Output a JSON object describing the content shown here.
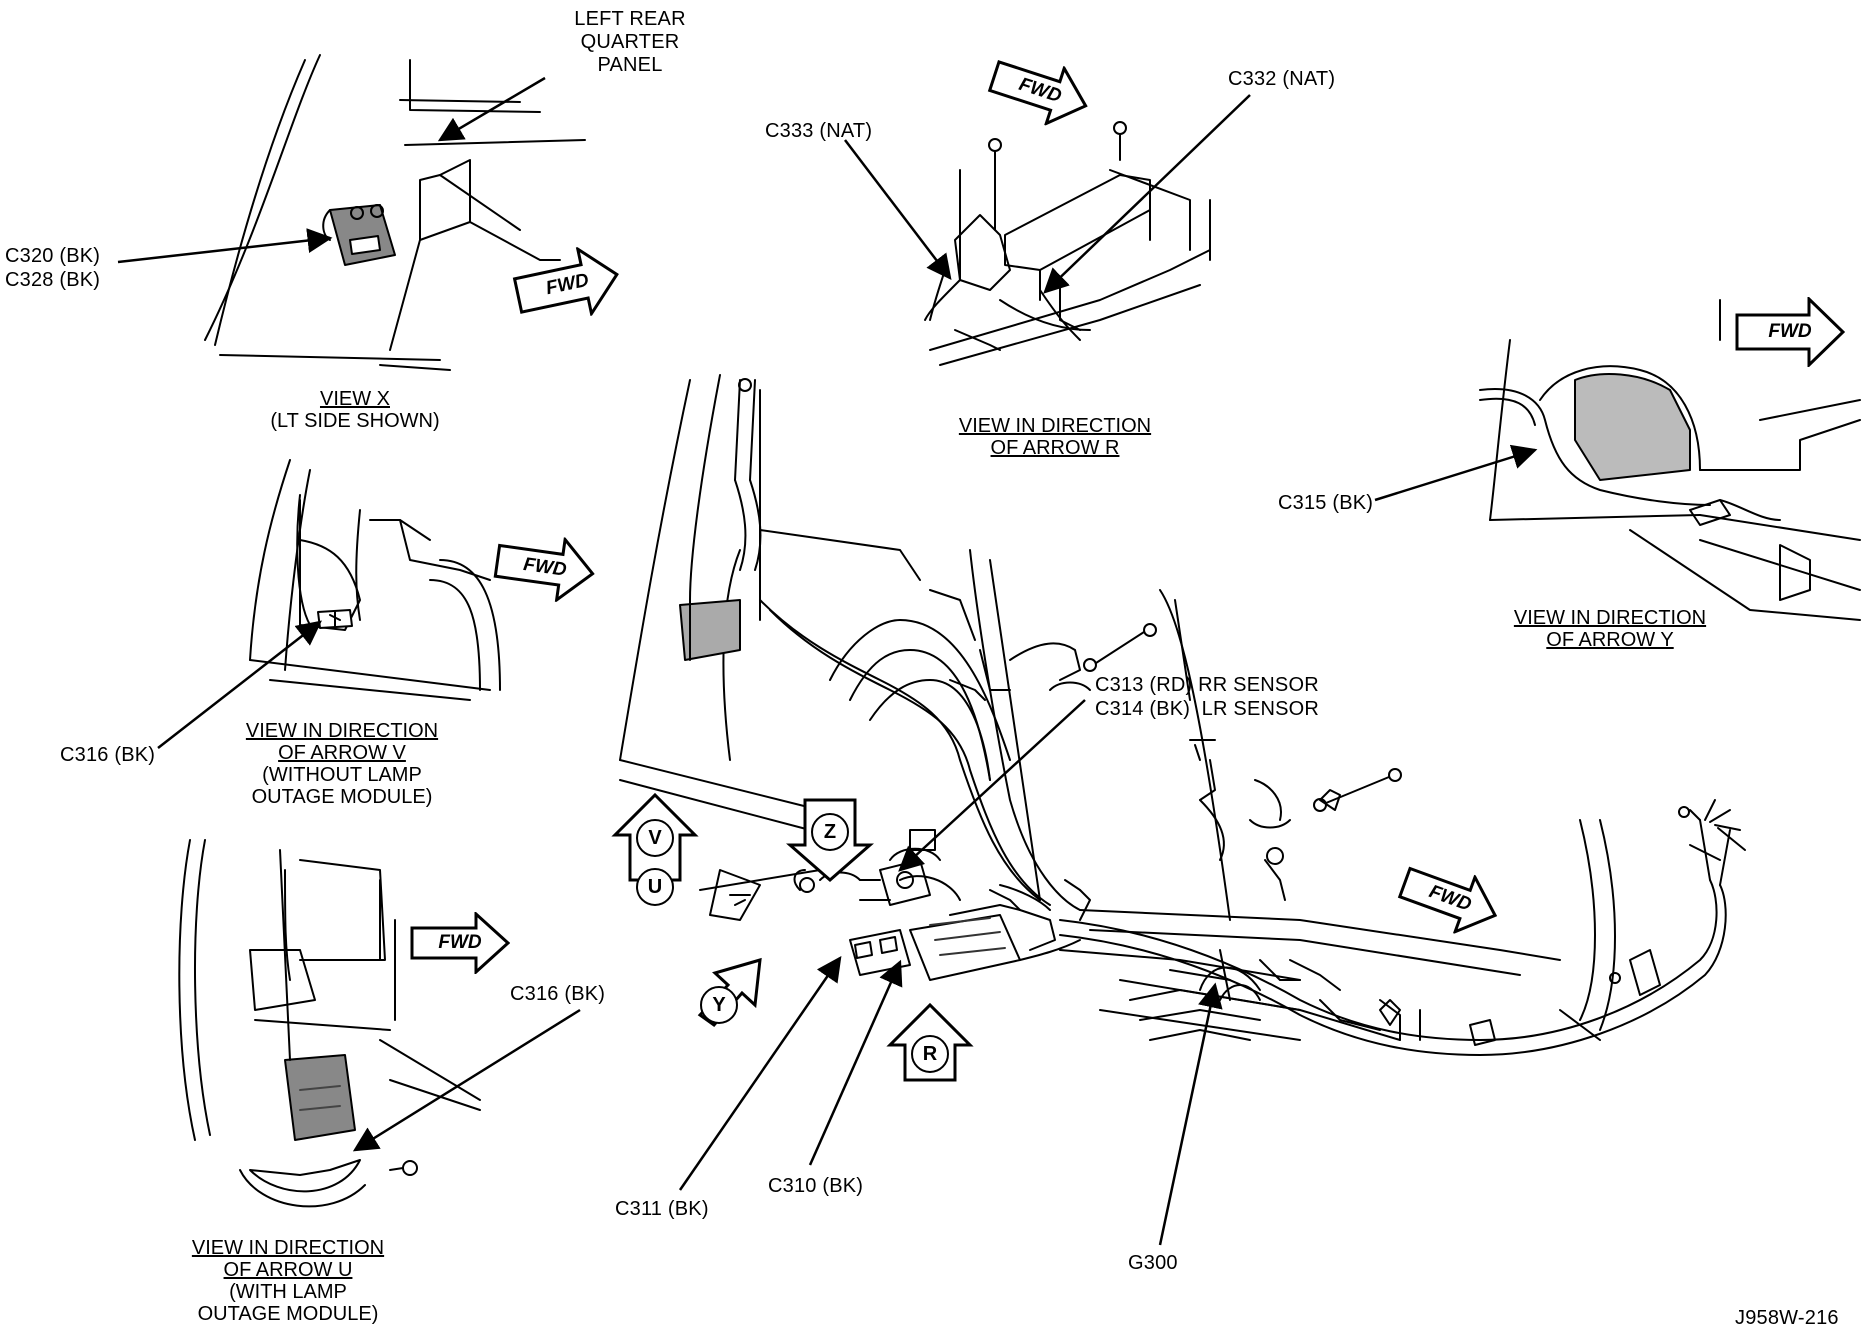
{
  "labels": {
    "left_rear_quarter_panel": [
      "LEFT REAR",
      "QUARTER",
      "PANEL"
    ],
    "c320": "C320 (BK)",
    "c328": "C328 (BK)",
    "c333": "C333 (NAT)",
    "c332": "C332 (NAT)",
    "c315": "C315 (BK)",
    "c316_v": "C316 (BK)",
    "c316_u": "C316 (BK)",
    "c313": "C313 (RD) RR SENSOR",
    "c314": "C314 (BK)  LR SENSOR",
    "c311": "C311 (BK)",
    "c310": "C310 (BK)",
    "g300": "G300",
    "figure_id": "J958W-216"
  },
  "captions": {
    "view_x": {
      "title": "VIEW X",
      "lines": [
        "(LT SIDE SHOWN)"
      ]
    },
    "view_r": {
      "title": [
        "VIEW IN DIRECTION",
        "OF ARROW R"
      ],
      "lines": []
    },
    "view_y": {
      "title": [
        "VIEW IN DIRECTION",
        "OF ARROW Y"
      ],
      "lines": []
    },
    "view_v": {
      "title": [
        "VIEW IN DIRECTION",
        "OF ARROW V"
      ],
      "lines": [
        "(WITHOUT LAMP",
        "OUTAGE MODULE)"
      ]
    },
    "view_u": {
      "title": [
        "VIEW IN DIRECTION",
        "OF ARROW U"
      ],
      "lines": [
        "(WITH LAMP",
        "OUTAGE MODULE)"
      ]
    }
  },
  "fwd_arrows": [
    "FWD",
    "FWD",
    "FWD",
    "FWD",
    "FWD",
    "FWD"
  ],
  "view_arrows": [
    "V",
    "U",
    "Z",
    "Y",
    "R"
  ]
}
